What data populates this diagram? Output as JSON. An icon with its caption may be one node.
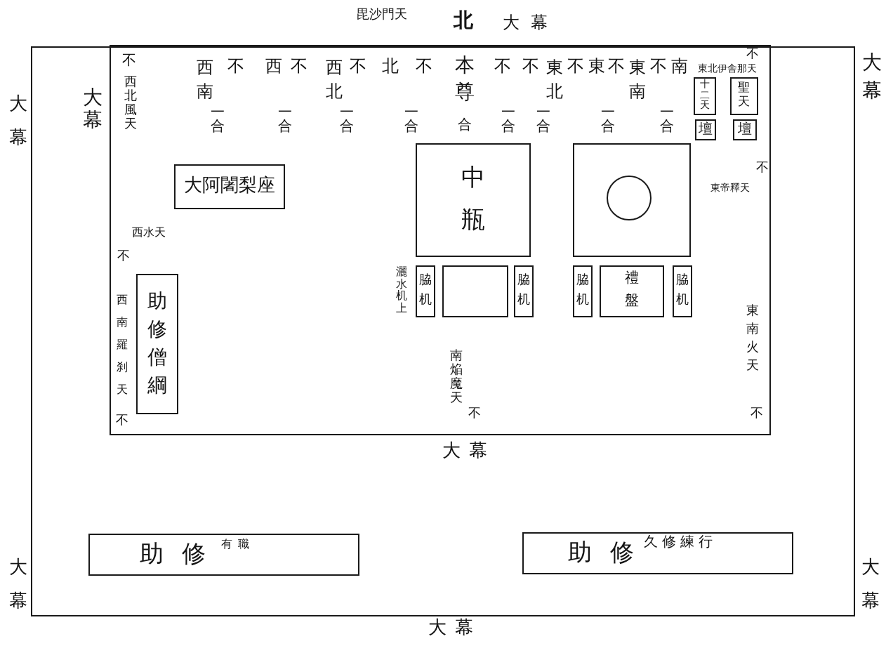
{
  "diagram": {
    "nodes": [
      {
        "text": [],
        "shape": "box"
      },
      {
        "text": [],
        "shape": "box",
        "in": 0
      },
      {
        "text": [
          "十二天"
        ],
        "in": 1
      },
      {
        "text": [
          "聖天"
        ],
        "in": 1
      },
      {
        "text": [
          "壇"
        ],
        "in": 1
      },
      {
        "text": [
          "壇"
        ],
        "in": 1
      },
      {
        "text": [
          "大阿闍梨座"
        ],
        "in": 1
      },
      {
        "text": [
          "中瓶"
        ],
        "in": 1
      },
      {
        "text": [],
        "shape": "box",
        "in": 1
      },
      {
        "text": [],
        "shape": "circle",
        "in": 8
      },
      {
        "text": [
          "助修僧綱"
        ],
        "in": 1
      },
      {
        "text": [
          "脇机"
        ],
        "in": 1
      },
      {
        "text": [],
        "shape": "box",
        "in": 1
      },
      {
        "text": [
          "脇机"
        ],
        "in": 1
      },
      {
        "text": [
          "脇机"
        ],
        "in": 1
      },
      {
        "text": [
          "禮盤"
        ],
        "in": 1
      },
      {
        "text": [
          "脇机"
        ],
        "in": 1
      },
      {
        "text": [
          "助修",
          "有職"
        ],
        "in": 0
      },
      {
        "text": [
          "助修",
          "久修練行"
        ],
        "in": 0
      }
    ],
    "labels": [
      "毘沙門天",
      "北",
      "大幕",
      "大幕",
      "大幕",
      "不",
      "西北風天",
      "西南",
      "不",
      "西",
      "不",
      "西北",
      "不",
      "北",
      "不",
      "本尊",
      "不",
      "不",
      "東北",
      "不",
      "東",
      "不",
      "東南",
      "不",
      "南",
      "不",
      "東北伊舎那天",
      "大幕",
      "一合",
      "一合",
      "一合",
      "一合",
      "合",
      "一合",
      "一合",
      "一合",
      "一合",
      "不",
      "東帝釋天",
      "西水天",
      "不",
      "灑水机上",
      "西南羅刹天",
      "不",
      "南焔魔天",
      "不",
      "東南火天",
      "不",
      "大幕",
      "大幕",
      "大幕",
      "大幕"
    ]
  }
}
